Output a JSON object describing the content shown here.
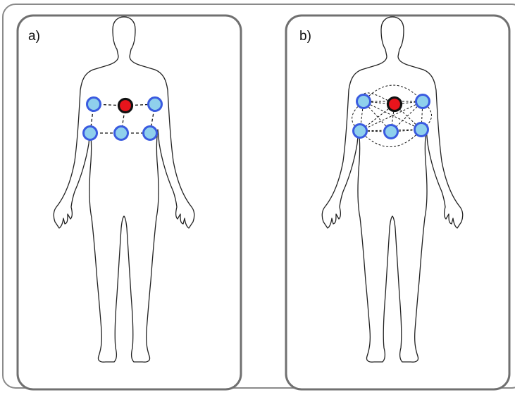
{
  "figure": {
    "colors": {
      "frame": "#707070",
      "outline": "#222222",
      "sensor_fill": "#8fd0ec",
      "sensor_stroke": "#3a5be0",
      "hub_fill": "#e8141c",
      "hub_stroke": "#111111"
    },
    "panels": [
      {
        "label": "a)",
        "topology": "star-grid"
      },
      {
        "label": "b)",
        "topology": "mesh"
      }
    ]
  }
}
